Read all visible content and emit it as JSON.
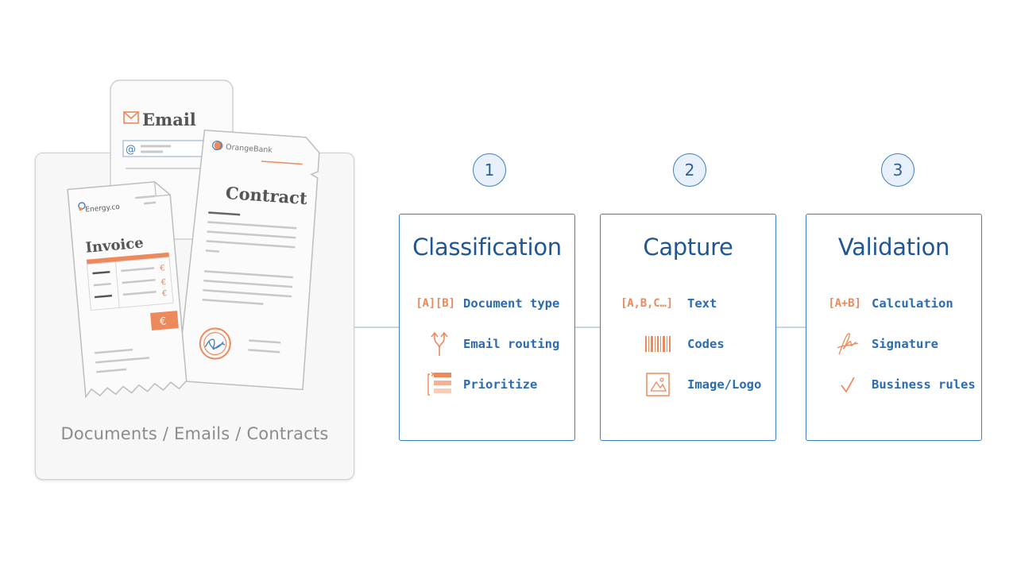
{
  "source": {
    "caption": "Documents / Emails / Contracts",
    "email_title": "Email",
    "email_at": "@",
    "contract_brand": "OrangeBank",
    "contract_title": "Contract",
    "invoice_brand": "Energy.co",
    "invoice_title": "Invoice",
    "currency_symbol": "€"
  },
  "steps": [
    {
      "number": "1",
      "title": "Classification",
      "items": [
        {
          "icon": "brackets-ab-icon",
          "icon_text": "[A][B]",
          "label": "Document type"
        },
        {
          "icon": "routing-arrows-icon",
          "icon_text": "",
          "label": "Email routing"
        },
        {
          "icon": "priority-list-icon",
          "icon_text": "",
          "label": "Prioritize"
        }
      ]
    },
    {
      "number": "2",
      "title": "Capture",
      "items": [
        {
          "icon": "text-abc-icon",
          "icon_text": "[A,B,C…]",
          "label": "Text"
        },
        {
          "icon": "barcode-icon",
          "icon_text": "",
          "label": "Codes"
        },
        {
          "icon": "image-icon",
          "icon_text": "",
          "label": "Image/Logo"
        }
      ]
    },
    {
      "number": "3",
      "title": "Validation",
      "items": [
        {
          "icon": "calculation-icon",
          "icon_text": "[A+B]",
          "label": "Calculation"
        },
        {
          "icon": "signature-icon",
          "icon_text": "",
          "label": "Signature"
        },
        {
          "icon": "checkmark-icon",
          "icon_text": "",
          "label": "Business rules"
        }
      ]
    }
  ],
  "colors": {
    "accent_blue": "#3d7fc4",
    "title_blue": "#1f5796",
    "icon_orange": "#ec8a5c",
    "panel_border": "#cfcfcf"
  }
}
